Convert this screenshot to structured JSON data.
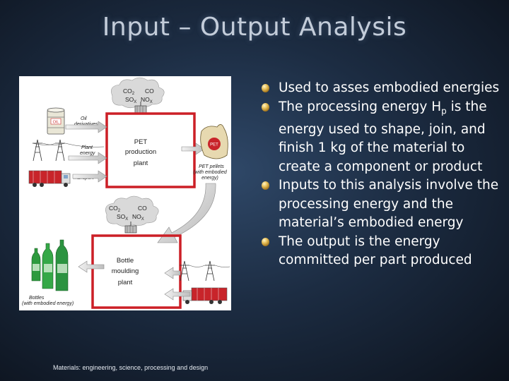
{
  "slide": {
    "title": "Input – Output Analysis",
    "caption": "Materials: engineering, science, processing and design"
  },
  "bullets": [
    {
      "pre": "Used to asses embodied energies",
      "sub": "",
      "post": ""
    },
    {
      "pre": "The processing energy H",
      "sub": "p",
      "post": " is the energy used to shape, join, and finish 1 kg of the material to create a component or product"
    },
    {
      "pre": "Inputs to this analysis involve the processing energy and the material’s embodied energy",
      "sub": "",
      "post": ""
    },
    {
      "pre": "The output is the energy committed per part produced",
      "sub": "",
      "post": ""
    }
  ],
  "diagram": {
    "emissions_top": {
      "co2": "CO",
      "co2_sub": "2",
      "co": "CO",
      "sox": "SO",
      "sox_sub": "X",
      "nox": "NO",
      "nox_sub": "X"
    },
    "emissions_bottom": {
      "co2": "CO",
      "co2_sub": "2",
      "co": "CO",
      "sox": "SO",
      "sox_sub": "X",
      "nox": "NO",
      "nox_sub": "X"
    },
    "oil_drum_label": "OIL",
    "oil_label_1": "Oil",
    "oil_label_2": "derivatives",
    "plant_energy_1": "Plant",
    "plant_energy_2": "energy",
    "transport_label": "Transport",
    "pet_plant_1": "PET",
    "pet_plant_2": "production",
    "pet_plant_3": "plant",
    "pet_bag_label": "PET",
    "pet_pellets_1": "PET pellets",
    "pet_pellets_2": "(with embodied",
    "pet_pellets_3": "energy)",
    "bottle_plant_1": "Bottle",
    "bottle_plant_2": "moulding",
    "bottle_plant_3": "plant",
    "bottles_1": "Bottles",
    "bottles_2": "(with embodied energy)"
  },
  "colors": {
    "plant_box": "#cc1f26",
    "bullet": "#e9c25b",
    "diagram_text": "#222222"
  }
}
